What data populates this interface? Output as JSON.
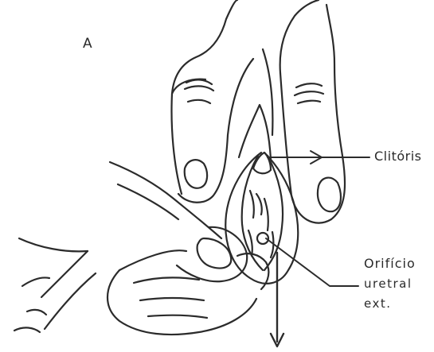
{
  "figure": {
    "panel_letter": "A",
    "labels": {
      "clitoris": "Clitóris",
      "orificio": "Orifício",
      "uretral": "uretral",
      "ext": "ext."
    }
  }
}
